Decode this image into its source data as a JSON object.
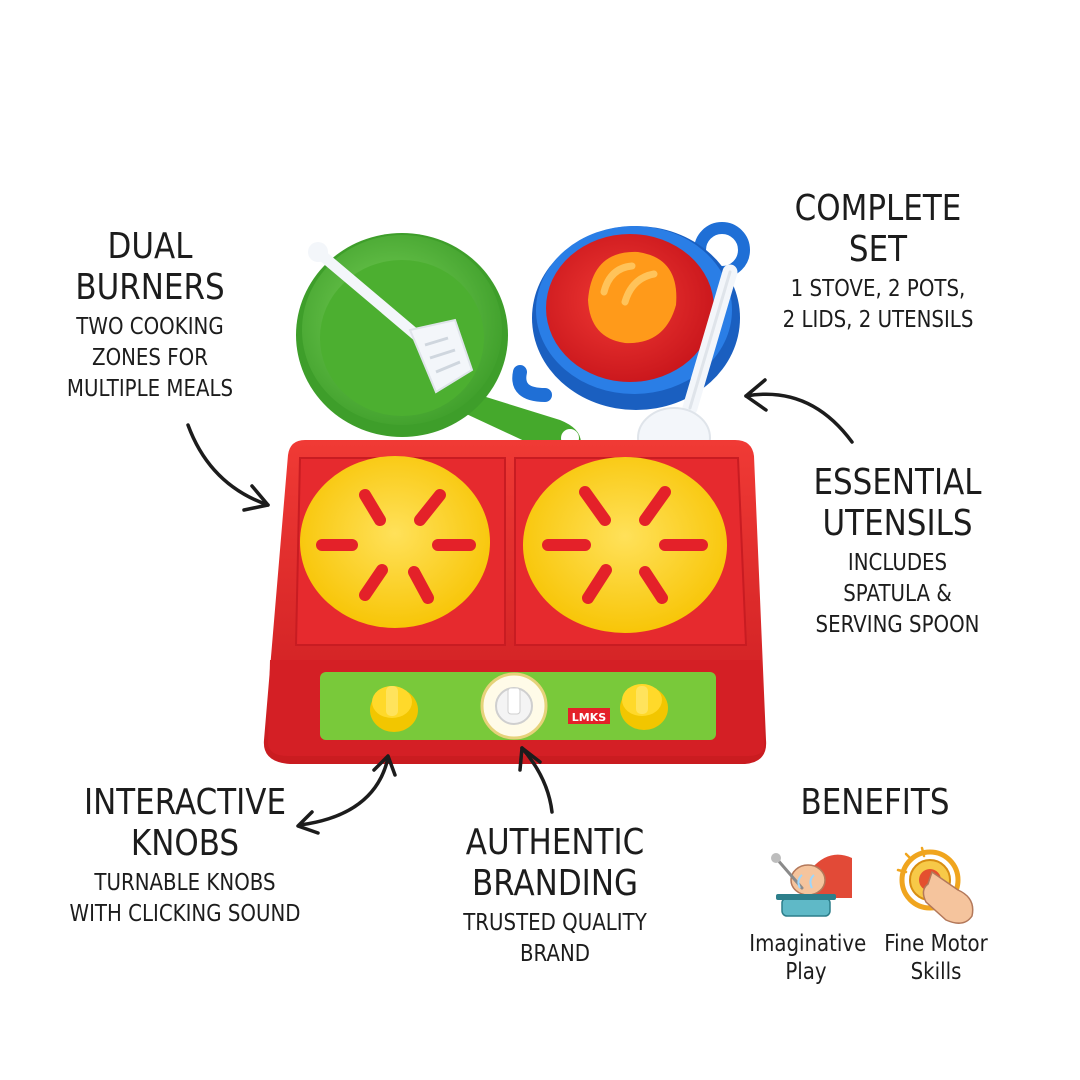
{
  "callouts": {
    "dual_burners": {
      "title_lines": [
        "DUAL",
        "BURNERS"
      ],
      "desc_lines": [
        "TWO COOKING",
        "ZONES FOR",
        "MULTIPLE MEALS"
      ]
    },
    "complete_set": {
      "title_lines": [
        "COMPLETE SET"
      ],
      "desc_lines": [
        "1 STOVE, 2 POTS,",
        "2 LIDS, 2 UTENSILS"
      ]
    },
    "essential_utensils": {
      "title_lines": [
        "ESSENTIAL",
        "UTENSILS"
      ],
      "desc_lines": [
        "INCLUDES",
        "SPATULA &",
        "SERVING SPOON"
      ]
    },
    "interactive_knobs": {
      "title_lines": [
        "INTERACTIVE",
        "KNOBS"
      ],
      "desc_lines": [
        "TURNABLE KNOBS",
        "WITH CLICKING SOUND"
      ]
    },
    "authentic_branding": {
      "title_lines": [
        "AUTHENTIC",
        "BRANDING"
      ],
      "desc_lines": [
        "TRUSTED QUALITY",
        "BRAND"
      ]
    }
  },
  "benefits": {
    "title": "BENEFITS",
    "items": [
      {
        "caption_lines": [
          "Imaginative",
          "Play"
        ],
        "icon": "cooking-hand-icon"
      },
      {
        "caption_lines": [
          "Fine Motor",
          "Skills"
        ],
        "icon": "finger-knob-icon"
      }
    ]
  },
  "product": {
    "brand_logo_text": "LMKS"
  },
  "colors": {
    "stove_red": "#e5232b",
    "burner_yellow": "#ffd21f",
    "panel_green": "#79c93a",
    "pot_green": "#55b93a",
    "pot_blue": "#1f6fd6",
    "lid_orange": "#ff9a1a",
    "utensil_white": "#f3f6fa"
  }
}
